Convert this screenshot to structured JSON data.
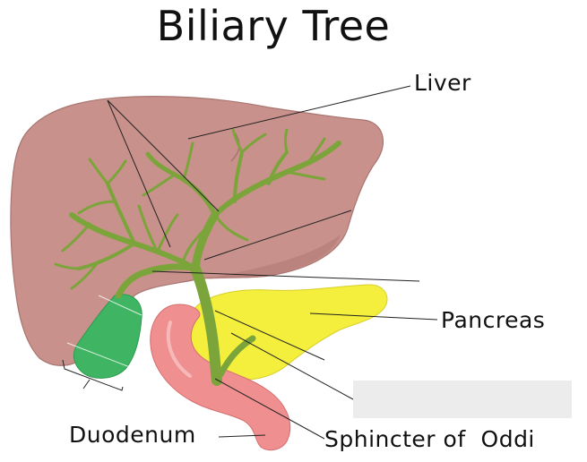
{
  "title": "Biliary Tree",
  "labels": {
    "liver": "Liver",
    "pancreas": "Pancreas",
    "duodenum": "Duodenum",
    "sphincter": "Sphincter of  Oddi"
  },
  "colors": {
    "liver": "#c9918b",
    "liver_shadow": "#b47e79",
    "gallbladder": "#3fb463",
    "pancreas": "#f3ef3c",
    "duodenum": "#ef8f8f",
    "ducts": "#7ba43a",
    "leader_line": "#222222"
  }
}
